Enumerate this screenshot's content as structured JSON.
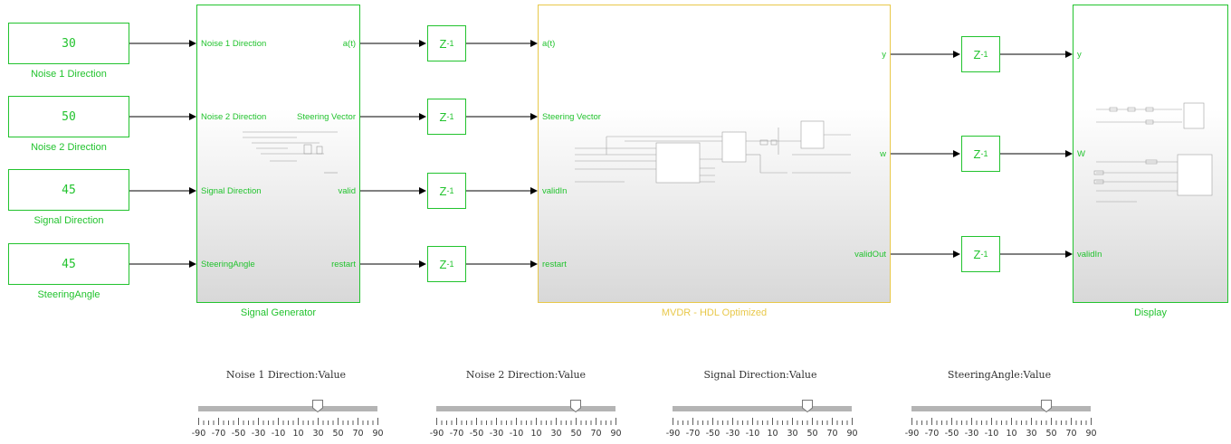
{
  "constants": [
    {
      "value": "30",
      "label": "Noise 1 Direction"
    },
    {
      "value": "50",
      "label": "Noise 2 Direction"
    },
    {
      "value": "45",
      "label": "Signal Direction"
    },
    {
      "value": "45",
      "label": "SteeringAngle"
    }
  ],
  "signal_generator": {
    "label": "Signal Generator",
    "inputs": [
      "Noise 1 Direction",
      "Noise 2 Direction",
      "Signal Direction",
      "SteeringAngle"
    ],
    "outputs": [
      "a(t)",
      "Steering Vector",
      "valid",
      "restart"
    ]
  },
  "mvdr": {
    "label": "MVDR - HDL Optimized",
    "inputs": [
      "a(t)",
      "Steering Vector",
      "validIn",
      "restart"
    ],
    "outputs": [
      "y",
      "w",
      "validOut"
    ]
  },
  "display": {
    "label": "Display",
    "inputs": [
      "y",
      "W",
      "validIn"
    ]
  },
  "delay": {
    "base": "Z",
    "exp": "-1"
  },
  "sliders": [
    {
      "label": "Noise 1 Direction:Value",
      "value": 30
    },
    {
      "label": "Noise 2 Direction:Value",
      "value": 50
    },
    {
      "label": "Signal Direction:Value",
      "value": 45
    },
    {
      "label": "SteeringAngle:Value",
      "value": 45
    }
  ],
  "slider_ticks": [
    "-90",
    "-70",
    "-50",
    "-30",
    "-10",
    "10",
    "30",
    "50",
    "70",
    "90"
  ],
  "slider_range": [
    -90,
    90
  ],
  "colors": {
    "block": "#22c32e",
    "mvdr_border": "#e8c84a"
  }
}
